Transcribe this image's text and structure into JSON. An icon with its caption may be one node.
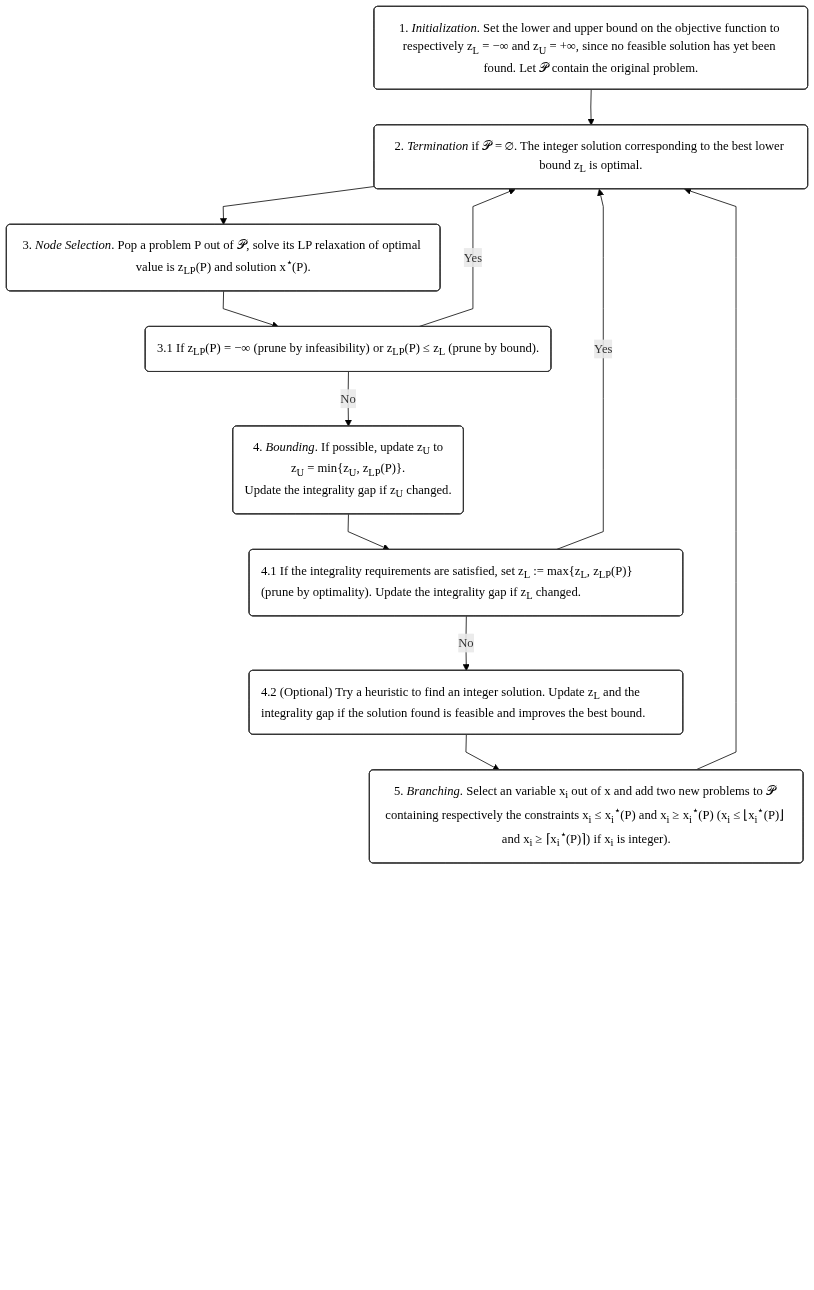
{
  "diagram": {
    "nodes": [
      {
        "text": [
          "1. *Initialization*. Set the lower and upper bound on the objective function to respectively z$_{L}$ = −∞ and z$_{U}$ = +∞, since no feasible solution has yet been found. Let 𝒫 contain the original problem."
        ]
      },
      {
        "text": [
          "2. *Termination* if 𝒫 = ∅. The integer solution corresponding to the best lower bound z$_{L}$ is optimal."
        ]
      },
      {
        "text": [
          "3. *Node Selection*. Pop a problem P out of 𝒫, solve its LP relaxation of optimal value is z$_{LP}$(P) and solution x$^{⋆}$(P)."
        ]
      },
      {
        "text": [
          "3.1 If z$_{LP}$(P) = −∞ (prune by infeasibility) or z$_{LP}$(P) ≤ z$_{L}$ (prune by bound)."
        ]
      },
      {
        "text": [
          "4. *Bounding*. If possible, update z$_{U}$ to",
          "z$_{U}$ = min{z$_{U}$, z$_{LP}$(P)}.",
          "Update the integrality gap if z$_{U}$ changed."
        ]
      },
      {
        "text": [
          "4.1 If the integrality requirements are satisfied, set z$_{L}$ := max{z$_{L}$, z$_{LP}$(P)} (prune by optimality). Update the integrality gap if z$_{L}$ changed."
        ]
      },
      {
        "text": [
          "4.2 (Optional) Try a heuristic to find an integer solution. Update z$_{L}$ and the integrality gap if the solution found is feasible and improves the best bound."
        ]
      },
      {
        "text": [
          "5. *Branching*. Select an variable x$_{i}$ out of x and add two new problems to 𝒫 containing respectively the constraints x$_{i}$ ≤ x$_{i}$$^{⋆}$(P) and x$_{i}$ ≥ x$_{i}$$^{⋆}$(P) (x$_{i}$ ≤ ⌊x$_{i}$$^{⋆}$(P)⌋ and x$_{i}$ ≥ ⌈x$_{i}$$^{⋆}$(P)⌉) if x$_{i}$ is integer)."
        ]
      }
    ],
    "edges": [
      {
        "from": 0,
        "to": 1,
        "arrow": "to"
      },
      {
        "from": 1,
        "to": 2,
        "arrow": "to"
      },
      {
        "from": 2,
        "to": 3,
        "arrow": "to"
      },
      {
        "from": 3,
        "to": 4,
        "arrow": "to",
        "label": "No"
      },
      {
        "from": 4,
        "to": 5,
        "arrow": "to"
      },
      {
        "from": 5,
        "to": 6,
        "arrow": "to",
        "label": "No"
      },
      {
        "from": 6,
        "to": 7,
        "arrow": "to"
      },
      {
        "from": 3,
        "to": 1,
        "arrow": "to",
        "label": "Yes"
      },
      {
        "from": 5,
        "to": 1,
        "arrow": "to",
        "label": "Yes"
      },
      {
        "from": 7,
        "to": 1,
        "arrow": "to"
      }
    ]
  }
}
